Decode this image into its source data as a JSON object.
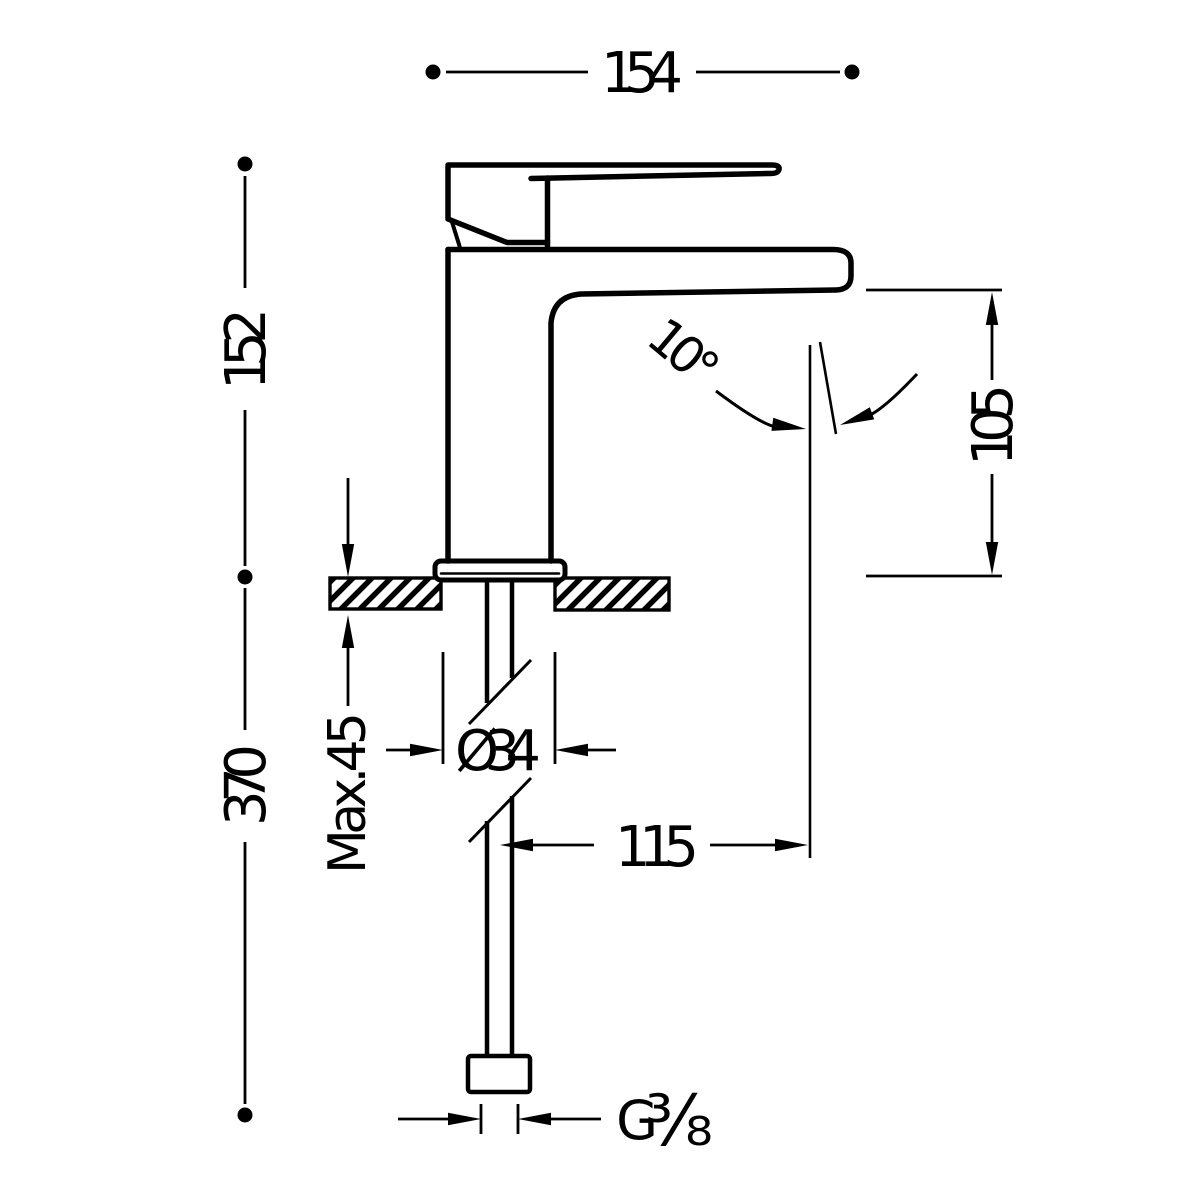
{
  "page": {
    "background": "#ffffff",
    "line_color": "#000000",
    "description": "Technical dimensional drawing of a single-lever basin mixer tap, side view"
  },
  "dim": {
    "top_width": "154",
    "upper_height": "152",
    "total_height": "370",
    "outlet_height": "105",
    "outlet_angle": "10°",
    "max_deck": "Max.45",
    "hole_diameter": "Ø34",
    "reach": "115",
    "thread_g": "G",
    "thread_fraction": "⅜"
  }
}
